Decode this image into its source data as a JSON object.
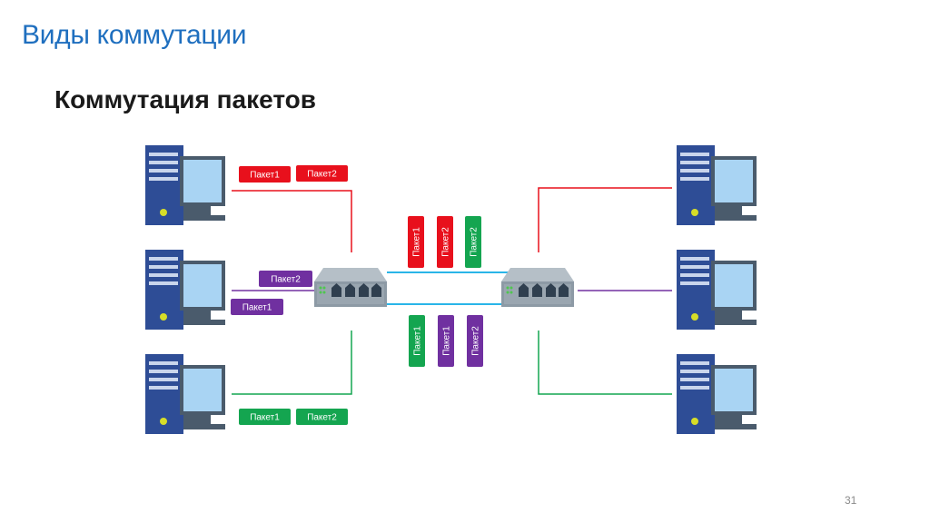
{
  "slide": {
    "title": "Виды коммутации",
    "subtitle": "Коммутация пакетов",
    "page_number": "31"
  },
  "colors": {
    "title": "#1f6fbf",
    "red": "#e8101c",
    "purple": "#7030a0",
    "green": "#14a550",
    "trunk": "#29b5e8",
    "server_blue": "#2e4d96",
    "monitor_frame": "#4a5b6c",
    "screen": "#a9d4f3",
    "switch_body": "#8d9aa5"
  },
  "packets": {
    "red_1": "Пакет1",
    "red_2": "Пакет2",
    "purple_1": "Пакет1",
    "purple_2": "Пакет2",
    "green_1": "Пакет1",
    "green_2": "Пакет2",
    "trunk_top": [
      "Пакет1",
      "Пакет2",
      "Пакет2"
    ],
    "trunk_bottom": [
      "Пакет1",
      "Пакет1",
      "Пакет2"
    ]
  }
}
